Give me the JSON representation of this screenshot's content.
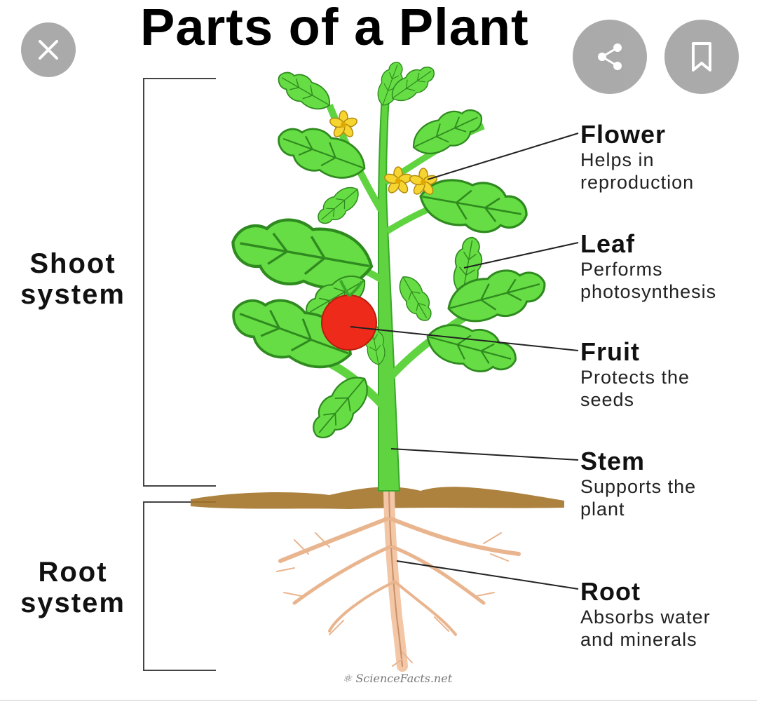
{
  "title": "Parts of a Plant",
  "systems": {
    "shoot": [
      "Shoot",
      "system"
    ],
    "root": [
      "Root",
      "system"
    ]
  },
  "parts": [
    {
      "name": "Flower",
      "desc": [
        "Helps in",
        "reproduction"
      ]
    },
    {
      "name": "Leaf",
      "desc": [
        "Performs",
        "photosynthesis"
      ]
    },
    {
      "name": "Fruit",
      "desc": [
        "Protects the",
        "seeds"
      ]
    },
    {
      "name": "Stem",
      "desc": [
        "Supports the",
        "plant"
      ]
    },
    {
      "name": "Root",
      "desc": [
        "Absorbs water",
        "and minerals"
      ]
    }
  ],
  "credit": "ScienceFacts.net",
  "icons": {
    "close": "close-icon",
    "share": "share-icon",
    "bookmark": "bookmark-icon"
  },
  "colors": {
    "leaf": "#66dd44",
    "leaf_dark": "#2f8a1f",
    "stem": "#5fd340",
    "fruit": "#ee2a1a",
    "flower": "#f7d531",
    "soil": "#a4742a",
    "root": "#f3c6a6",
    "button": "#8a8a8a"
  }
}
